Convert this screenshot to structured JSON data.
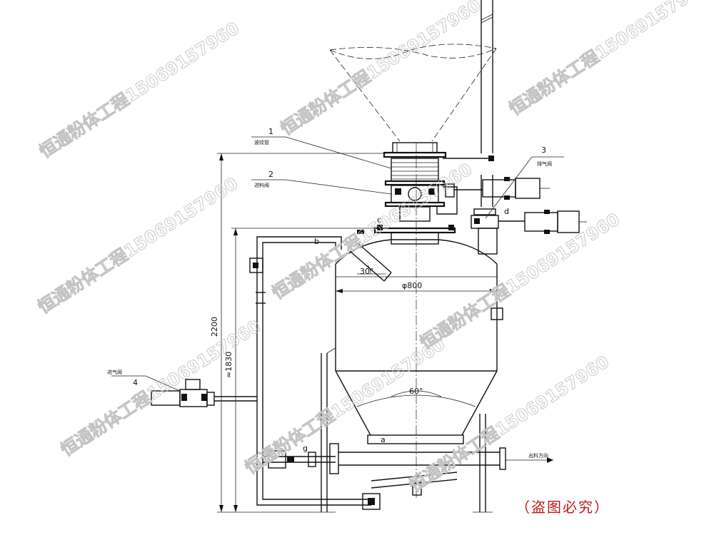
{
  "parts": {
    "p1": {
      "number": "1",
      "name": "波纹管"
    },
    "p2": {
      "number": "2",
      "name": "进料阀"
    },
    "p3": {
      "number": "3",
      "name": "排气阀"
    },
    "p4": {
      "number": "4",
      "name": "进气阀"
    }
  },
  "points": {
    "a": "a",
    "b": "b",
    "c": "c",
    "d": "d",
    "g": "g"
  },
  "dimensions": {
    "height_total": "2200",
    "height_inner": "≈1830",
    "diameter": "φ800",
    "angle_inlet": "30°",
    "angle_cone": "60°"
  },
  "outlet_direction": "出料方向",
  "notice": "（盗图必究）",
  "watermark": "恒通粉体工程15069157960"
}
